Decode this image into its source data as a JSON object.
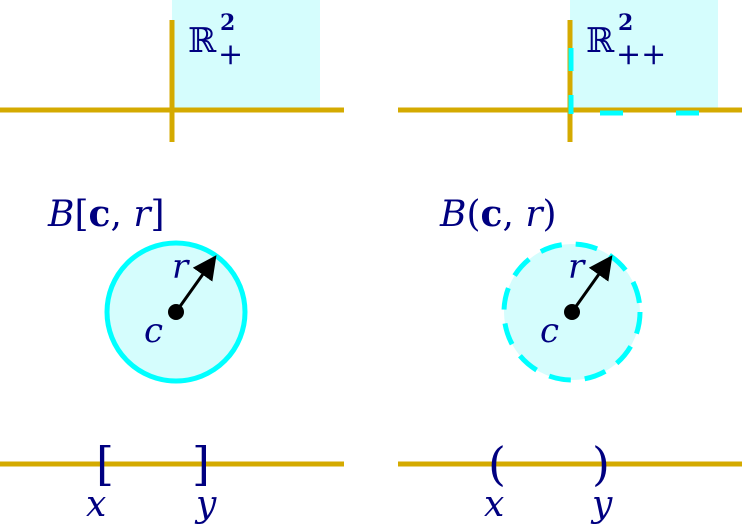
{
  "colors": {
    "axis": "#d4aa00",
    "boundary": "#00ffff",
    "region": "#d5fdfd",
    "text": "#000080",
    "point": "#000000"
  },
  "panels": {
    "closed_quadrant": {
      "set": "ℝ",
      "sup": "2",
      "sub": "+"
    },
    "open_quadrant": {
      "set": "ℝ",
      "sup": "2",
      "sub": "++"
    },
    "closed_ball": {
      "label_B": "B",
      "open": "[",
      "c_bold": "c",
      "comma": ", ",
      "r": "r",
      "close": "]",
      "radius_label": "r",
      "center_label": "c"
    },
    "open_ball": {
      "label_B": "B",
      "open": "(",
      "c_bold": "c",
      "comma": ", ",
      "r": "r",
      "close": ")",
      "radius_label": "r",
      "center_label": "c"
    },
    "closed_interval": {
      "left": "[",
      "right": "]",
      "x": "x",
      "y": "y"
    },
    "open_interval": {
      "left": "(",
      "right": ")",
      "x": "x",
      "y": "y"
    }
  }
}
